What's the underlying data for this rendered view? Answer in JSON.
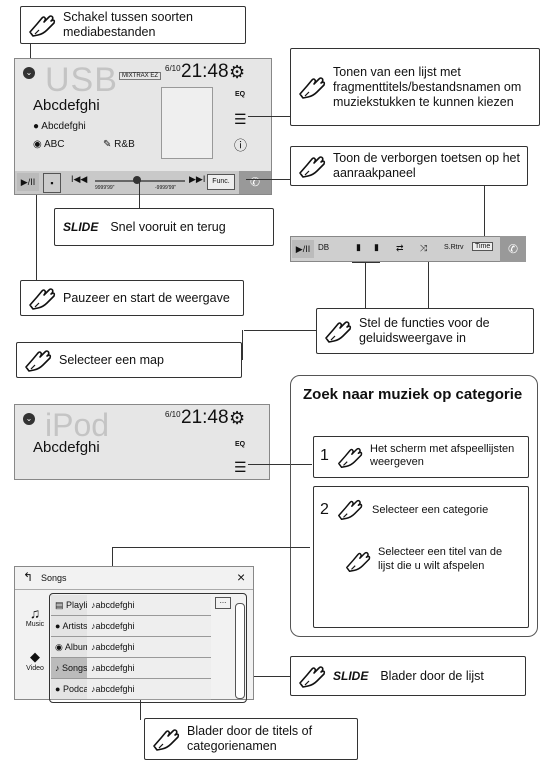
{
  "callouts": {
    "switch_media": "Schakel tussen soorten mediabestanden",
    "list_tones": "Tonen van een lijst met fragmenttitels/bestandsnamen om muziekstukken te kunnen kiezen",
    "hidden_keys": "Toon de verborgen toetsen op het aanraakpaneel",
    "seek": "Snel vooruit en terug",
    "pause": "Pauzeer en start de weergave",
    "sound_functions": "Stel de functies voor de geluidsweergave in",
    "select_folder": "Selecteer een map",
    "scroll_list": "Blader door de lijst",
    "scroll_titles": "Blader door de titels of categorienamen"
  },
  "slide_label": "SLIDE",
  "usb_screen": {
    "source": "USB",
    "date": "6/10",
    "time": "21:48",
    "mixtrax": "MIXTRAX EZ",
    "title": "Abcdefghi",
    "artist": "Abcdefghi",
    "album": "ABC",
    "genre": "R&B",
    "eq": "EQ",
    "elapsed": "9999'99\"",
    "remaining": "-9999'99\"",
    "func": "Func."
  },
  "bottom_bar": {
    "db": "DB",
    "srtv": "S.Rtrv",
    "time": "Time"
  },
  "ipod_screen": {
    "source": "iPod",
    "date": "6/10",
    "time": "21:48",
    "title": "Abcdefghi",
    "eq": "EQ"
  },
  "search_box": {
    "heading": "Zoek naar muziek op categorie",
    "step1_num": "1",
    "step1": "Het scherm met afspeellijsten weergeven",
    "step2_num": "2",
    "step2a": "Selecteer een categorie",
    "step2b": "Selecteer een titel van de lijst die u wilt afspelen"
  },
  "songs_screen": {
    "header": "Songs",
    "close": "×",
    "side_music": "Music",
    "side_video": "Video",
    "categories": [
      "Playlists",
      "Artists",
      "Albums",
      "Songs",
      "Podcasts"
    ],
    "songs": [
      "abcdefghi",
      "abcdefghi",
      "abcdefghi",
      "abcdefghi",
      "abcdefghi"
    ],
    "more": "..."
  }
}
